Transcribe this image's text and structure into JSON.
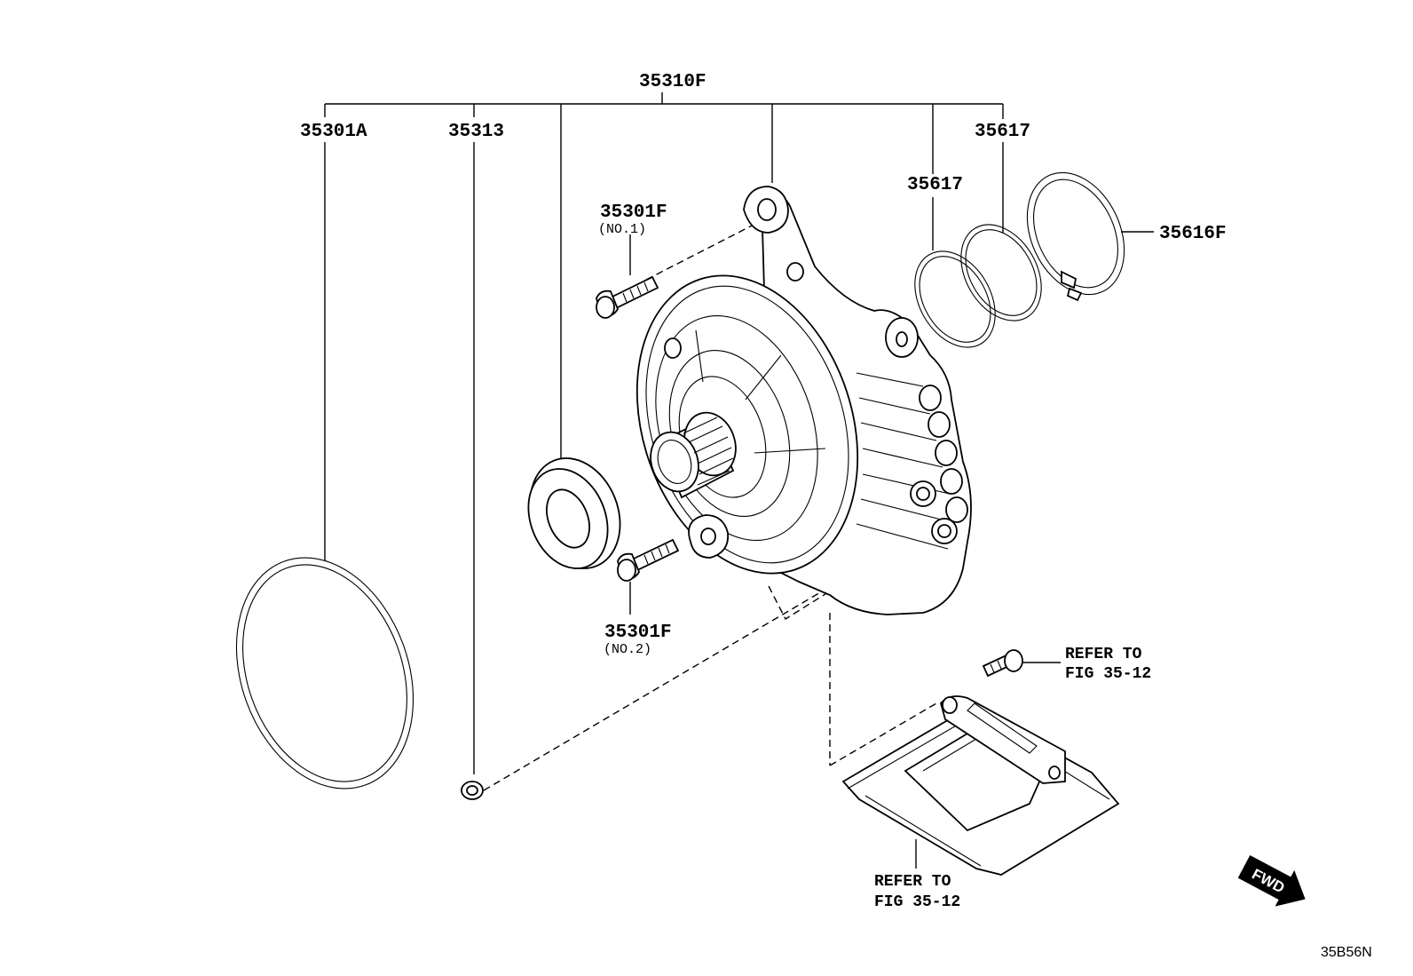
{
  "labels": {
    "assembly": "35310F",
    "oring_large": "35301A",
    "plug": "35313",
    "bolt_no1": "35301F",
    "bolt_no1_sub": "(NO.1)",
    "bolt_no2": "35301F",
    "bolt_no2_sub": "(NO.2)",
    "ring_inner": "35617",
    "ring_outer": "35617",
    "washer": "35616F",
    "refer_top_line1": "REFER TO",
    "refer_top_line2": "FIG 35-12",
    "refer_bottom_line1": "REFER TO",
    "refer_bottom_line2": "FIG 35-12",
    "fwd": "FWD",
    "figure_code": "35B56N"
  }
}
